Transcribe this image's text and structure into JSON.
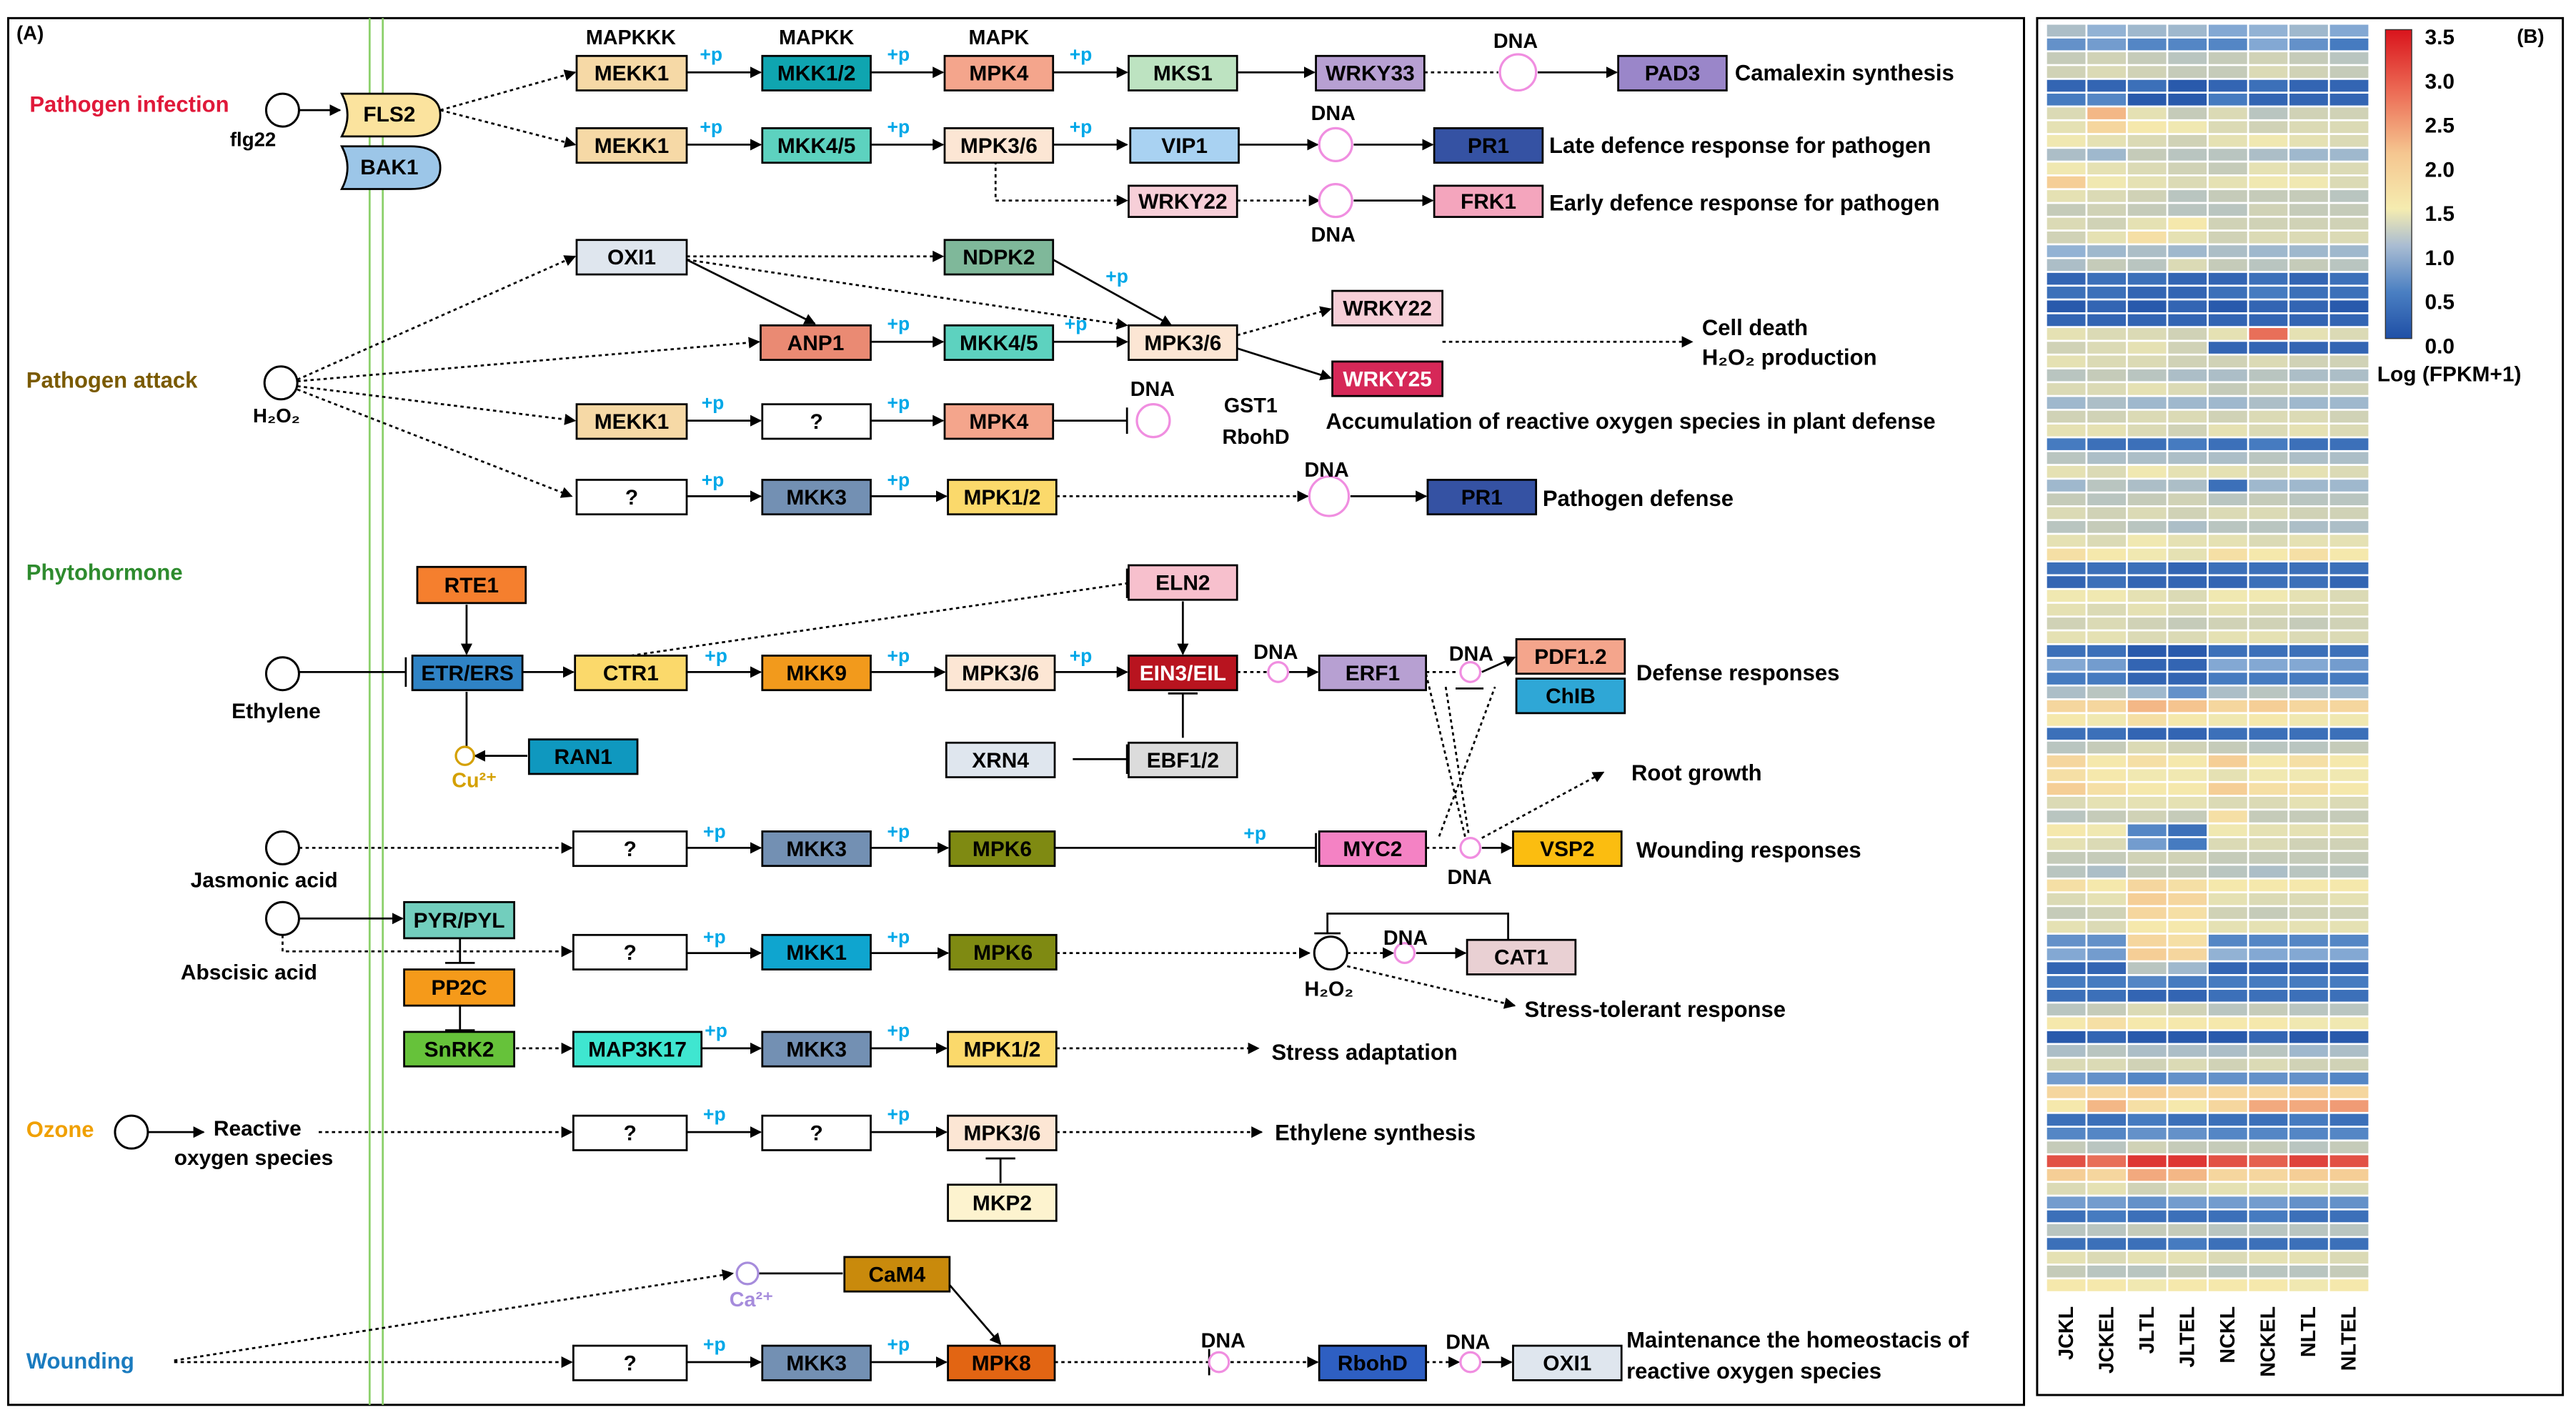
{
  "panels": {
    "a": "(A)",
    "b": "(B)"
  },
  "level_headers": {
    "mapkkk": "MAPKKK",
    "mapkk": "MAPKK",
    "mapk": "MAPK"
  },
  "sections": {
    "pathogen_infection": {
      "label": "Pathogen infection",
      "color": "#e0193a"
    },
    "pathogen_attack": {
      "label": "Pathogen attack",
      "color": "#7a5a00"
    },
    "phytohormone": {
      "label": "Phytohormone",
      "color": "#2e8b2e"
    },
    "ozone": {
      "label": "Ozone",
      "color": "#f0a000"
    },
    "wounding": {
      "label": "Wounding",
      "color": "#1a7bbf"
    }
  },
  "stimuli": {
    "flg22": "flg22",
    "h2o2": "H₂O₂",
    "ethylene": "Ethylene",
    "jasmonic": "Jasmonic acid",
    "abscisic": "Abscisic acid",
    "ros_l1": "Reactive",
    "ros_l2": "oxygen species"
  },
  "labels": {
    "plus_p": "+p",
    "dna": "DNA",
    "cu": "Cu²⁺",
    "ca": "Ca²⁺",
    "h2o2_small": "H₂O₂",
    "gst1": "GST1",
    "rbohd": "RbohD"
  },
  "nodes": {
    "fls2": "FLS2",
    "bak1": "BAK1",
    "mekk1_a": "MEKK1",
    "mkk12": "MKK1/2",
    "mpk4_a": "MPK4",
    "mks1": "MKS1",
    "wrky33": "WRKY33",
    "pad3": "PAD3",
    "mekk1_b": "MEKK1",
    "mkk45_a": "MKK4/5",
    "mpk36_a": "MPK3/6",
    "vip1": "VIP1",
    "pr1_a": "PR1",
    "wrky22_a": "WRKY22",
    "frk1": "FRK1",
    "oxi1_a": "OXI1",
    "ndpk2": "NDPK2",
    "anp1": "ANP1",
    "mkk45_b": "MKK4/5",
    "mpk36_b": "MPK3/6",
    "wrky22_b": "WRKY22",
    "wrky25": "WRKY25",
    "mekk1_c": "MEKK1",
    "q1": "?",
    "mpk4_b": "MPK4",
    "q2": "?",
    "mkk3_a": "MKK3",
    "mpk12_a": "MPK1/2",
    "pr1_b": "PR1",
    "rte1": "RTE1",
    "eln2": "ELN2",
    "etr": "ETR/ERS",
    "ctr1": "CTR1",
    "mkk9": "MKK9",
    "mpk36_c": "MPK3/6",
    "ein3": "EIN3/EIL",
    "erf1": "ERF1",
    "pdf12": "PDF1.2",
    "chib": "ChIB",
    "ran1": "RAN1",
    "xrn4": "XRN4",
    "ebf12": "EBF1/2",
    "q3": "?",
    "mkk3_b": "MKK3",
    "mpk6_a": "MPK6",
    "myc2": "MYC2",
    "vsp2": "VSP2",
    "pyr": "PYR/PYL",
    "q4": "?",
    "mkk1": "MKK1",
    "mpk6_b": "MPK6",
    "cat1": "CAT1",
    "pp2c": "PP2C",
    "snrk2": "SnRK2",
    "map3k17": "MAP3K17",
    "mkk3_c": "MKK3",
    "mpk12_b": "MPK1/2",
    "q5": "?",
    "q6": "?",
    "mpk36_d": "MPK3/6",
    "mkp2": "MKP2",
    "cam4": "CaM4",
    "q7": "?",
    "mkk3_d": "MKK3",
    "mpk8": "MPK8",
    "rbohd_box": "RbohD",
    "oxi1_b": "OXI1"
  },
  "outcomes": {
    "camalexin": "Camalexin synthesis",
    "late_def": "Late defence response for pathogen",
    "early_def": "Early defence response for pathogen",
    "cell_death_1": "Cell death",
    "cell_death_2": "H₂O₂ production",
    "ros_accum": "Accumulation of reactive oxygen species in plant defense",
    "path_def": "Pathogen defense",
    "def_resp": "Defense responses",
    "root_growth": "Root growth",
    "wound_resp": "Wounding responses",
    "stress_tol": "Stress-tolerant response",
    "stress_adapt": "Stress adaptation",
    "eth_synth": "Ethylene synthesis",
    "homeo_1": "Maintenance the homeostacis of",
    "homeo_2": "reactive oxygen species"
  },
  "heatmap": {
    "columns": [
      "JCKL",
      "JCKEL",
      "JLTL",
      "JLTEL",
      "NCKL",
      "NCKEL",
      "NLTL",
      "NLTEL"
    ],
    "legend_title": "Log (FPKM+1)",
    "legend_ticks": [
      "3.5",
      "3.0",
      "2.5",
      "2.0",
      "1.5",
      "1.0",
      "0.5",
      "0.0"
    ],
    "scale_min": 0,
    "scale_max": 3.5,
    "colormap": [
      "#1f4fa6",
      "#4a7fc2",
      "#8fb0d6",
      "#c7ccb8",
      "#f5ecb0",
      "#f5c690",
      "#ee8a6a",
      "#e0473f",
      "#d9141c"
    ],
    "rows": [
      [
        1.1,
        0.9,
        1.0,
        1.0,
        0.8,
        0.9,
        1.0,
        0.8
      ],
      [
        0.6,
        0.7,
        0.5,
        0.5,
        0.5,
        0.8,
        0.6,
        0.4
      ],
      [
        1.3,
        1.4,
        1.3,
        1.2,
        1.3,
        1.4,
        1.3,
        1.2
      ],
      [
        1.4,
        1.5,
        1.4,
        1.3,
        1.3,
        1.5,
        1.4,
        1.3
      ],
      [
        0.2,
        0.2,
        0.3,
        0.1,
        0.2,
        0.3,
        0.2,
        0.2
      ],
      [
        0.4,
        0.5,
        0.1,
        0.1,
        0.4,
        0.2,
        0.2,
        0.2
      ],
      [
        1.5,
        2.3,
        1.6,
        1.3,
        1.5,
        1.2,
        1.4,
        1.4
      ],
      [
        1.6,
        2.0,
        1.8,
        1.7,
        1.5,
        1.4,
        1.5,
        1.5
      ],
      [
        1.7,
        1.6,
        1.5,
        1.4,
        1.6,
        1.7,
        1.6,
        1.5
      ],
      [
        1.1,
        1.0,
        1.3,
        1.2,
        1.2,
        1.1,
        1.0,
        1.0
      ],
      [
        1.7,
        1.6,
        1.5,
        1.4,
        1.3,
        1.6,
        1.5,
        1.5
      ],
      [
        2.1,
        1.7,
        1.6,
        1.5,
        1.6,
        1.7,
        1.7,
        1.5
      ],
      [
        1.6,
        1.5,
        1.4,
        1.2,
        1.3,
        1.3,
        1.3,
        1.2
      ],
      [
        1.3,
        1.4,
        1.3,
        1.2,
        1.2,
        1.4,
        1.3,
        1.3
      ],
      [
        1.5,
        1.4,
        1.6,
        1.8,
        1.4,
        1.4,
        1.4,
        1.4
      ],
      [
        1.4,
        1.6,
        1.9,
        1.6,
        1.4,
        1.5,
        1.5,
        1.5
      ],
      [
        0.9,
        1.0,
        1.1,
        1.0,
        1.1,
        1.0,
        1.0,
        1.0
      ],
      [
        1.1,
        1.3,
        1.2,
        1.5,
        1.3,
        1.2,
        1.3,
        1.2
      ],
      [
        0.2,
        0.3,
        0.3,
        0.2,
        0.2,
        0.3,
        0.2,
        0.3
      ],
      [
        0.3,
        0.3,
        0.2,
        0.2,
        0.3,
        0.4,
        0.3,
        0.3
      ],
      [
        0.1,
        0.2,
        0.1,
        0.2,
        0.1,
        0.2,
        0.2,
        0.1
      ],
      [
        0.2,
        0.2,
        0.2,
        0.2,
        0.2,
        0.2,
        0.2,
        0.2
      ],
      [
        1.6,
        1.5,
        1.5,
        1.4,
        1.6,
        2.8,
        1.6,
        1.5
      ],
      [
        1.4,
        1.5,
        1.6,
        1.4,
        0.2,
        0.2,
        0.2,
        0.2
      ],
      [
        1.6,
        1.5,
        1.5,
        1.4,
        1.4,
        1.5,
        1.4,
        1.4
      ],
      [
        1.2,
        1.3,
        1.2,
        1.1,
        1.1,
        1.2,
        1.1,
        1.1
      ],
      [
        1.5,
        1.5,
        1.6,
        1.5,
        1.3,
        1.4,
        1.4,
        1.4
      ],
      [
        1.0,
        1.1,
        1.0,
        1.0,
        1.0,
        1.1,
        1.0,
        1.0
      ],
      [
        1.4,
        1.4,
        1.5,
        1.5,
        1.4,
        1.5,
        1.5,
        1.4
      ],
      [
        1.6,
        1.6,
        1.5,
        1.4,
        1.6,
        1.5,
        1.6,
        1.5
      ],
      [
        0.4,
        0.3,
        0.3,
        0.4,
        0.3,
        0.4,
        0.3,
        0.3
      ],
      [
        1.2,
        1.1,
        1.1,
        1.1,
        1.1,
        1.2,
        1.1,
        1.1
      ],
      [
        1.6,
        1.5,
        1.7,
        1.6,
        1.6,
        1.5,
        1.6,
        1.5
      ],
      [
        1.0,
        1.2,
        1.1,
        1.1,
        0.3,
        1.0,
        1.0,
        1.0
      ],
      [
        1.3,
        1.2,
        1.3,
        1.4,
        1.2,
        1.3,
        1.2,
        1.2
      ],
      [
        1.5,
        1.4,
        1.5,
        1.4,
        1.5,
        1.5,
        1.4,
        1.4
      ],
      [
        1.2,
        1.3,
        1.2,
        1.1,
        1.2,
        1.2,
        1.1,
        1.1
      ],
      [
        1.6,
        1.5,
        1.7,
        1.6,
        1.6,
        1.5,
        1.6,
        1.6
      ],
      [
        1.9,
        1.8,
        1.7,
        1.6,
        1.9,
        1.8,
        1.9,
        1.8
      ],
      [
        0.3,
        0.3,
        0.3,
        0.2,
        0.3,
        0.3,
        0.3,
        0.3
      ],
      [
        0.2,
        0.3,
        0.2,
        0.2,
        0.2,
        0.3,
        0.3,
        0.2
      ],
      [
        1.7,
        1.7,
        1.6,
        1.5,
        1.7,
        1.7,
        1.6,
        1.5
      ],
      [
        1.6,
        1.5,
        1.6,
        1.5,
        1.6,
        1.5,
        1.5,
        1.5
      ],
      [
        1.4,
        1.5,
        1.4,
        1.3,
        1.4,
        1.4,
        1.3,
        1.4
      ],
      [
        1.6,
        1.6,
        1.5,
        1.5,
        1.6,
        1.6,
        1.5,
        1.5
      ],
      [
        0.3,
        0.3,
        0.1,
        0.1,
        0.3,
        0.3,
        0.3,
        0.3
      ],
      [
        0.8,
        0.7,
        0.2,
        0.2,
        0.8,
        0.8,
        0.8,
        0.7
      ],
      [
        0.4,
        0.4,
        0.2,
        0.2,
        0.4,
        0.4,
        0.4,
        0.4
      ],
      [
        1.1,
        1.2,
        1.0,
        0.6,
        1.1,
        1.2,
        1.1,
        1.0
      ],
      [
        2.0,
        2.0,
        2.3,
        2.2,
        2.0,
        2.1,
        2.0,
        2.0
      ],
      [
        1.8,
        1.7,
        1.9,
        1.8,
        1.7,
        1.8,
        1.7,
        1.7
      ],
      [
        0.3,
        0.3,
        0.2,
        0.2,
        0.3,
        0.3,
        0.3,
        0.3
      ],
      [
        1.2,
        1.3,
        1.5,
        1.4,
        1.3,
        1.2,
        1.2,
        1.3
      ],
      [
        2.0,
        1.8,
        1.9,
        1.8,
        2.1,
        1.8,
        1.9,
        1.8
      ],
      [
        1.9,
        1.8,
        1.7,
        1.7,
        1.6,
        1.7,
        1.7,
        1.7
      ],
      [
        2.1,
        1.9,
        1.8,
        1.8,
        2.1,
        1.9,
        1.9,
        1.8
      ],
      [
        1.5,
        1.6,
        1.6,
        1.6,
        1.5,
        1.5,
        1.6,
        1.5
      ],
      [
        1.2,
        1.3,
        1.4,
        1.3,
        1.9,
        1.3,
        1.3,
        1.3
      ],
      [
        1.8,
        1.7,
        0.5,
        0.3,
        1.7,
        1.6,
        1.6,
        1.6
      ],
      [
        1.6,
        1.5,
        0.7,
        0.4,
        1.5,
        1.5,
        1.4,
        1.4
      ],
      [
        1.3,
        1.3,
        1.4,
        1.4,
        1.3,
        1.3,
        1.3,
        1.3
      ],
      [
        1.2,
        1.1,
        1.3,
        1.3,
        1.2,
        1.1,
        1.2,
        1.2
      ],
      [
        1.9,
        1.8,
        2.0,
        1.9,
        1.8,
        1.8,
        1.8,
        1.8
      ],
      [
        1.5,
        1.6,
        2.1,
        2.0,
        1.6,
        1.5,
        1.5,
        1.6
      ],
      [
        1.3,
        1.4,
        2.0,
        1.9,
        1.4,
        1.3,
        1.4,
        1.4
      ],
      [
        1.6,
        1.5,
        1.8,
        1.8,
        1.6,
        1.6,
        1.6,
        1.6
      ],
      [
        0.6,
        0.6,
        2.0,
        1.9,
        0.5,
        0.5,
        0.5,
        0.5
      ],
      [
        0.8,
        0.7,
        2.1,
        2.0,
        0.9,
        0.8,
        0.8,
        0.8
      ],
      [
        0.2,
        0.2,
        1.2,
        1.0,
        0.2,
        0.2,
        0.2,
        0.2
      ],
      [
        0.4,
        0.4,
        0.5,
        0.4,
        0.4,
        0.4,
        0.4,
        0.4
      ],
      [
        0.3,
        0.3,
        0.2,
        0.2,
        0.3,
        0.3,
        0.3,
        0.3
      ],
      [
        1.2,
        1.3,
        1.5,
        1.4,
        1.2,
        1.3,
        1.2,
        1.2
      ],
      [
        1.8,
        1.9,
        1.8,
        1.8,
        1.8,
        1.8,
        1.7,
        1.7
      ],
      [
        0.1,
        0.2,
        0.1,
        0.1,
        0.1,
        0.2,
        0.1,
        0.1
      ],
      [
        1.1,
        1.2,
        1.1,
        1.1,
        1.1,
        1.2,
        1.0,
        1.1
      ],
      [
        1.5,
        1.5,
        1.4,
        1.5,
        1.4,
        1.5,
        1.4,
        1.4
      ],
      [
        0.7,
        0.6,
        0.5,
        0.6,
        0.6,
        0.6,
        0.6,
        0.5
      ],
      [
        2.0,
        2.0,
        2.1,
        2.0,
        2.0,
        2.0,
        2.1,
        2.0
      ],
      [
        1.8,
        2.3,
        1.9,
        1.8,
        2.0,
        2.4,
        2.4,
        2.5
      ],
      [
        0.3,
        0.3,
        0.4,
        0.3,
        0.3,
        0.3,
        0.4,
        0.3
      ],
      [
        0.5,
        0.5,
        0.6,
        0.6,
        0.5,
        0.5,
        0.5,
        0.5
      ],
      [
        1.3,
        1.2,
        1.4,
        1.3,
        1.3,
        1.3,
        1.2,
        1.3
      ],
      [
        3.0,
        2.8,
        3.2,
        3.2,
        3.0,
        2.9,
        3.1,
        3.0
      ],
      [
        2.1,
        2.0,
        2.4,
        2.3,
        2.0,
        2.0,
        2.1,
        2.1
      ],
      [
        1.5,
        1.6,
        1.4,
        1.5,
        1.6,
        1.6,
        1.6,
        1.5
      ],
      [
        0.7,
        0.7,
        0.6,
        0.7,
        0.7,
        0.7,
        0.6,
        0.6
      ],
      [
        0.3,
        0.4,
        0.3,
        0.3,
        0.3,
        0.4,
        0.3,
        0.3
      ],
      [
        1.2,
        1.2,
        1.3,
        1.3,
        1.2,
        1.2,
        1.2,
        1.2
      ],
      [
        0.3,
        0.3,
        0.3,
        0.4,
        0.3,
        0.3,
        0.3,
        0.3
      ],
      [
        1.6,
        1.5,
        1.6,
        1.6,
        1.5,
        1.6,
        1.6,
        1.5
      ],
      [
        1.3,
        1.2,
        1.2,
        1.3,
        1.2,
        1.2,
        1.2,
        1.3
      ],
      [
        1.8,
        1.8,
        1.7,
        1.8,
        1.8,
        1.8,
        1.7,
        1.8
      ]
    ]
  }
}
